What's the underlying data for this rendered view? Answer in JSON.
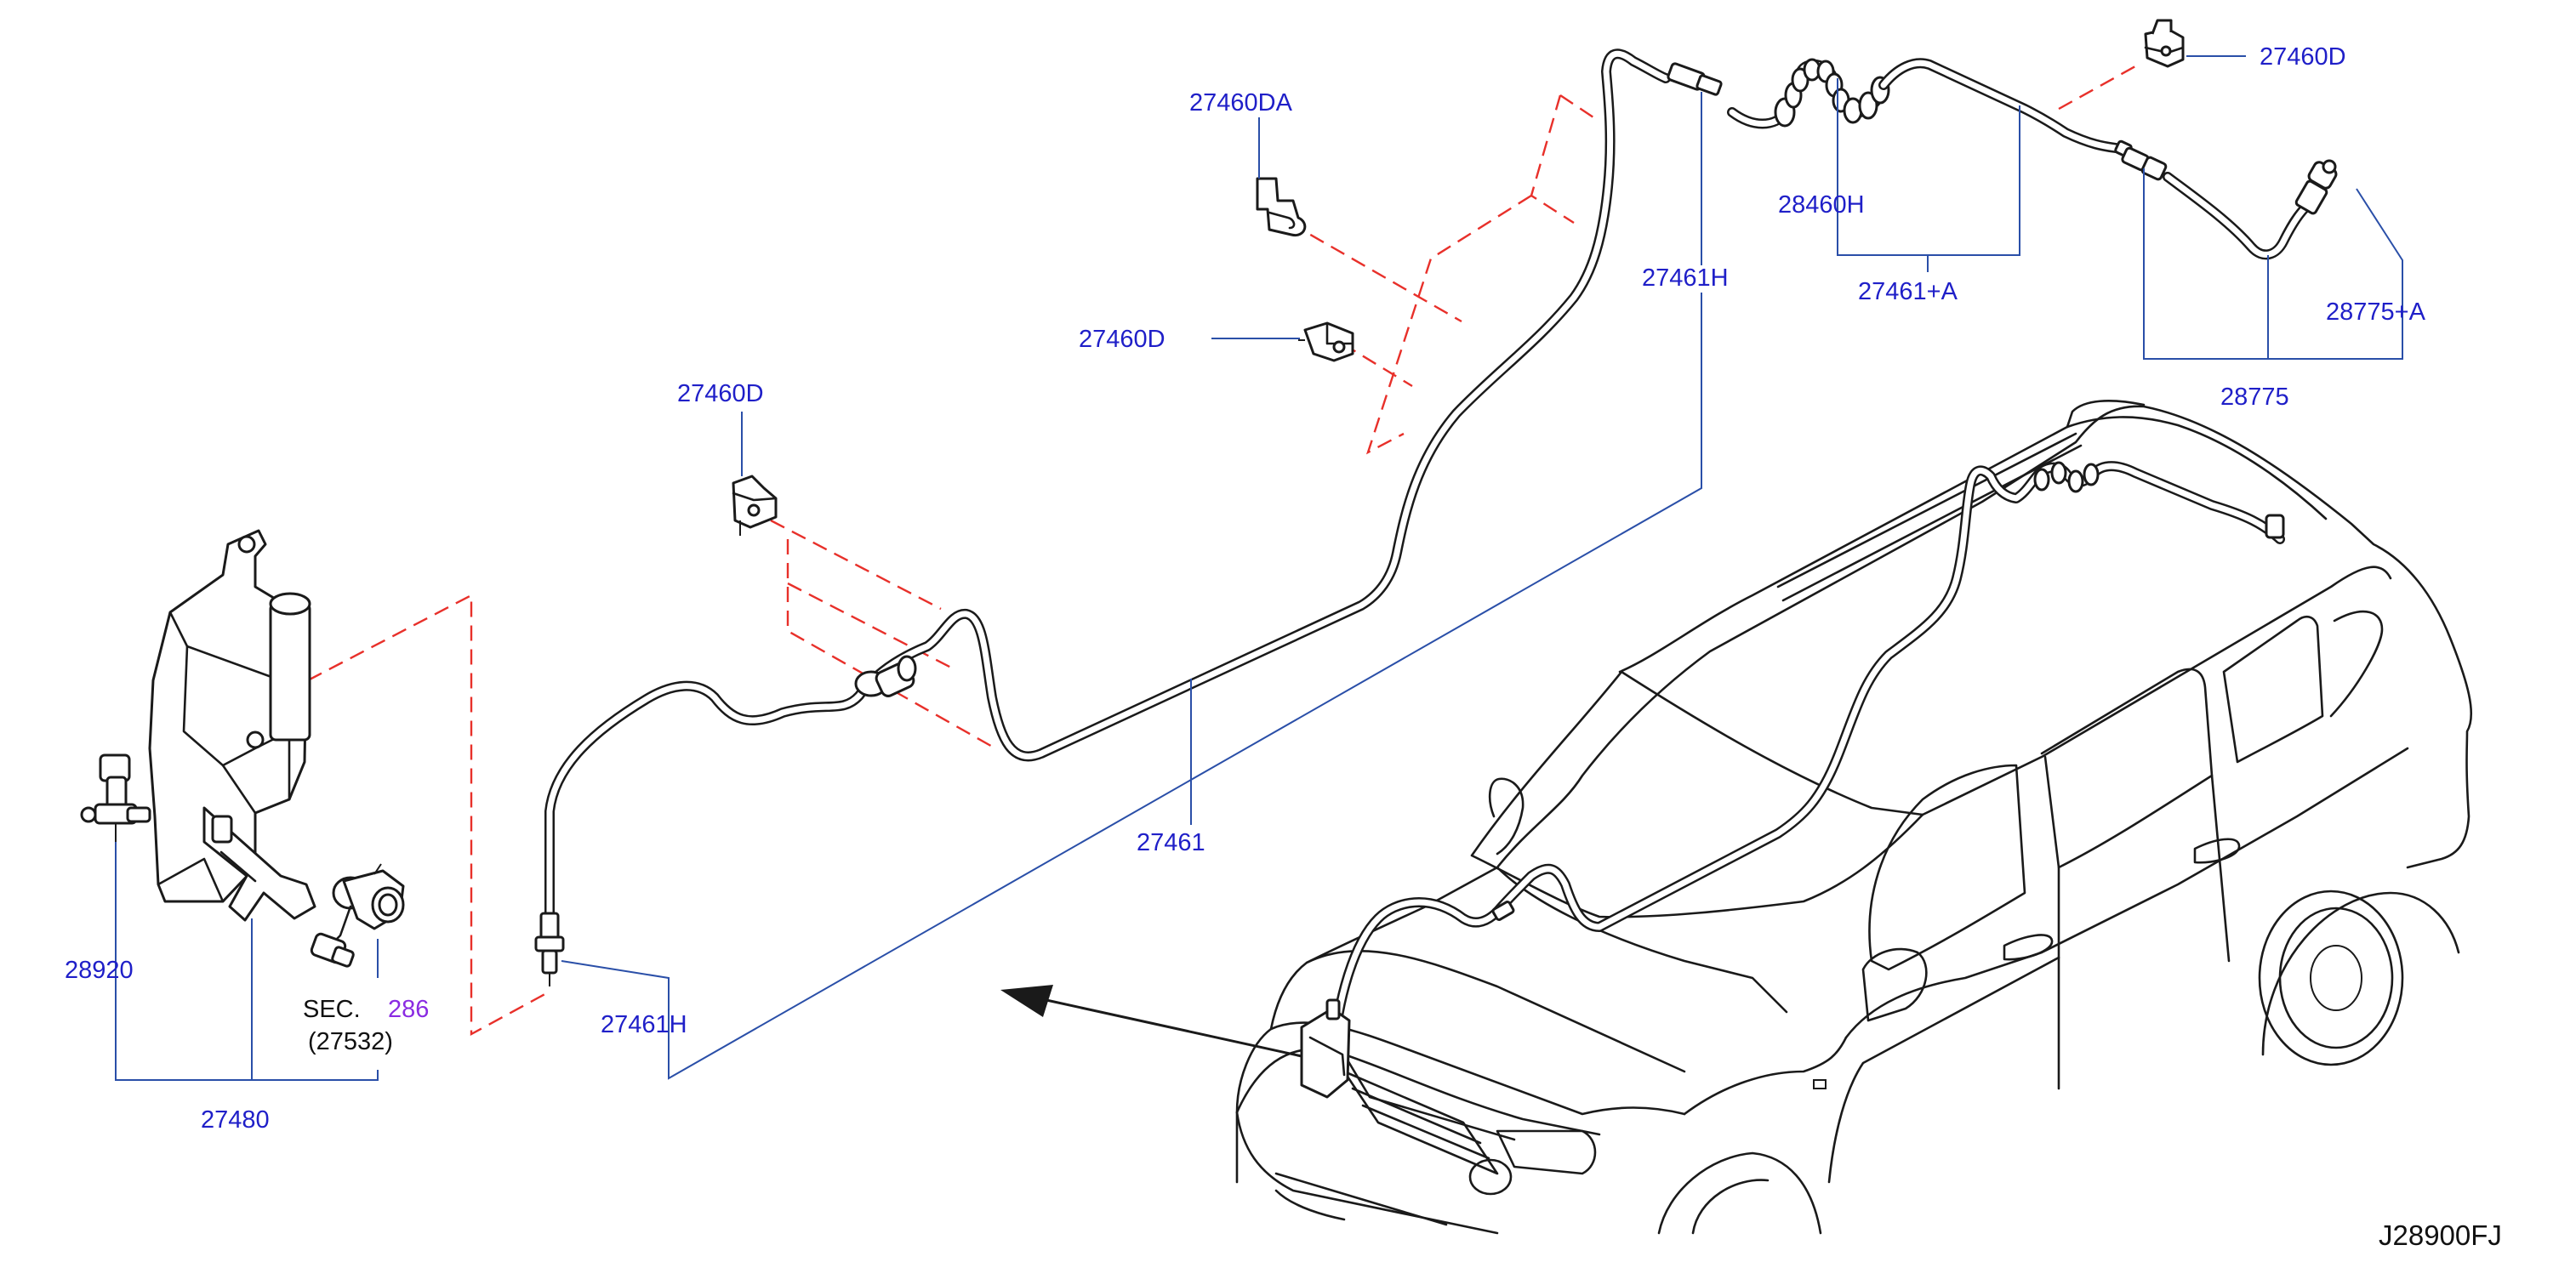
{
  "diagram": {
    "parts": {
      "p27460DA": "27460DA",
      "p27460D_top": "27460D",
      "p27460D_mid": "27460D",
      "p27460D_left": "27460D",
      "p28460H": "28460H",
      "p27461H_top": "27461H",
      "p27461plusA": "27461+A",
      "p28775plusA": "28775+A",
      "p28775": "28775",
      "p27461": "27461",
      "p27461H_bottom": "27461H",
      "p28920": "28920",
      "p27480": "27480",
      "sec_label": "SEC.",
      "sec_number": "286",
      "sec_ref": "(27532)"
    },
    "drawing_code": "J28900FJ",
    "colors": {
      "part_number": "#1f1fc8",
      "leader_line": "#2a4fa8",
      "phantom_line": "#e8302a",
      "section_ref": "#8a2be2",
      "drawing": "#1a1a1a"
    }
  }
}
